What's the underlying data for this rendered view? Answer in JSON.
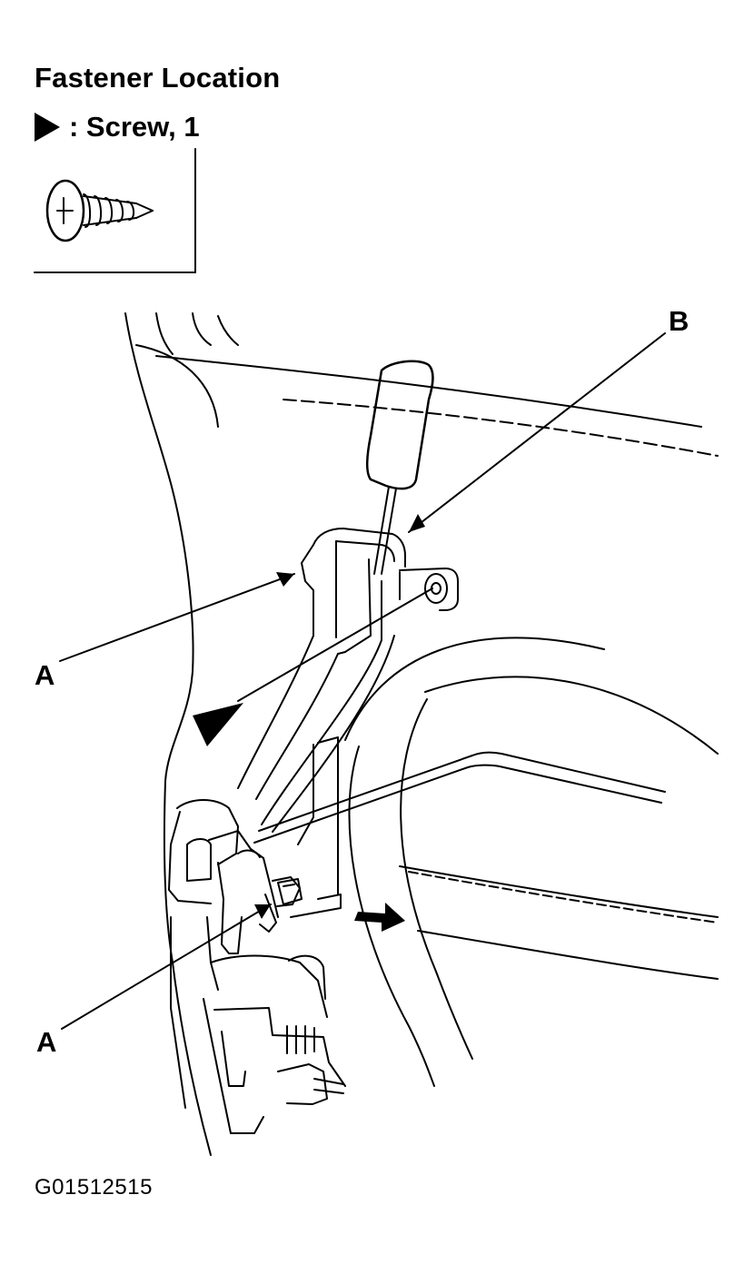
{
  "header": {
    "title": "Fastener Location",
    "legend_label": ": Screw, 1"
  },
  "callouts": {
    "a_upper": "A",
    "a_lower": "A",
    "b": "B"
  },
  "figure_code": "G01512515",
  "icons": {
    "legend_marker": "triangle-pointer-icon",
    "fastener": "phillips-screw-icon",
    "direction": "arrow-right-icon"
  },
  "colors": {
    "ink": "#000000",
    "paper": "#ffffff"
  }
}
